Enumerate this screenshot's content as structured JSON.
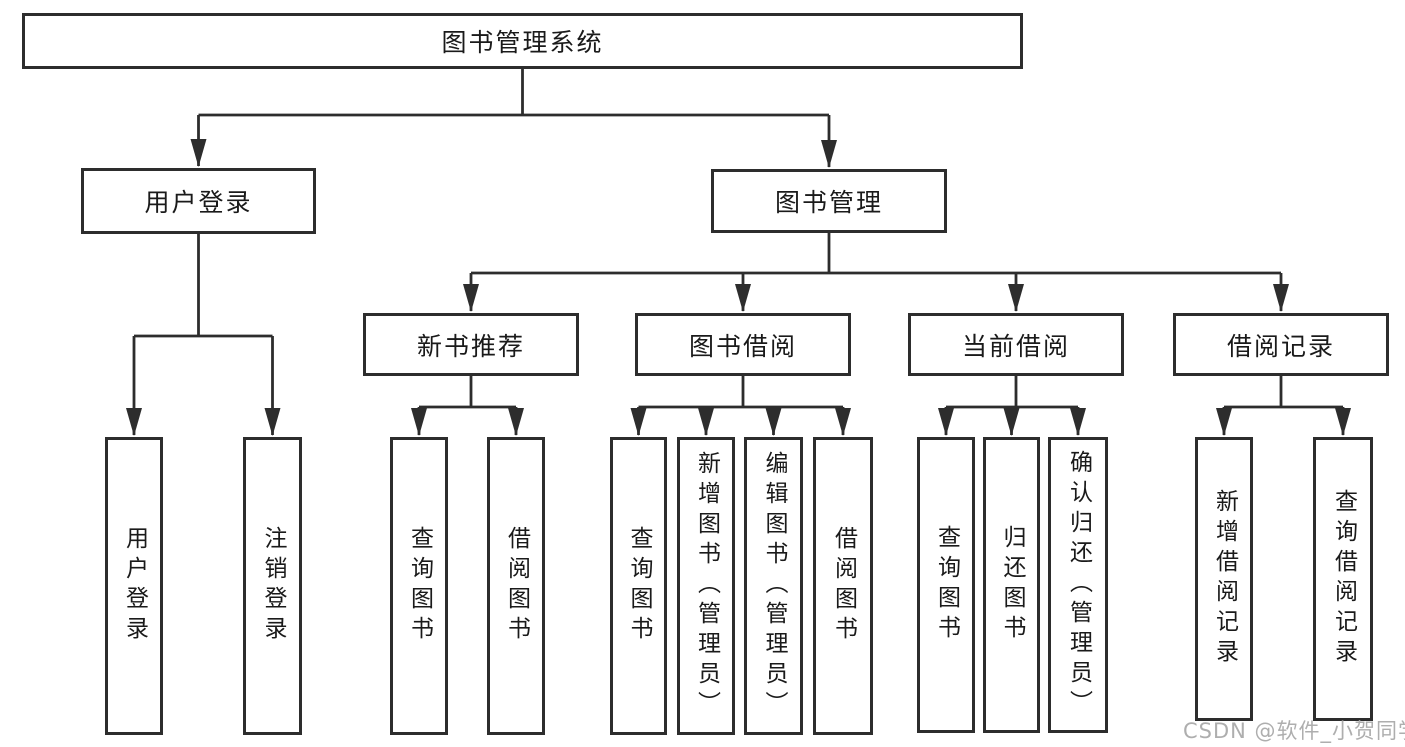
{
  "diagram": {
    "root": "图书管理系统",
    "level2": {
      "user_login": "用户登录",
      "book_management": "图书管理"
    },
    "level3": {
      "new_book_recommend": "新书推荐",
      "book_borrow": "图书借阅",
      "current_borrow": "当前借阅",
      "borrow_records": "借阅记录"
    },
    "leaves": {
      "user_login_action": "用户登录",
      "logout": "注销登录",
      "nb_query_book": "查询图书",
      "nb_borrow_book": "借阅图书",
      "bb_query_book": "查询图书",
      "bb_add_book": "新增图书（管理员）",
      "bb_edit_book": "编辑图书（管理员）",
      "bb_borrow_book": "借阅图书",
      "cb_query_book": "查询图书",
      "cb_return_book": "归还图书",
      "cb_confirm_return": "确认归还（管理员）",
      "br_add_record": "新增借阅记录",
      "br_query_record": "查询借阅记录"
    }
  },
  "watermark": "CSDN @软件_小贺同学",
  "colors": {
    "line": "#2d2d2d",
    "text": "#1a1a1a",
    "background": "#ffffff",
    "watermark": "#aeaeae"
  }
}
